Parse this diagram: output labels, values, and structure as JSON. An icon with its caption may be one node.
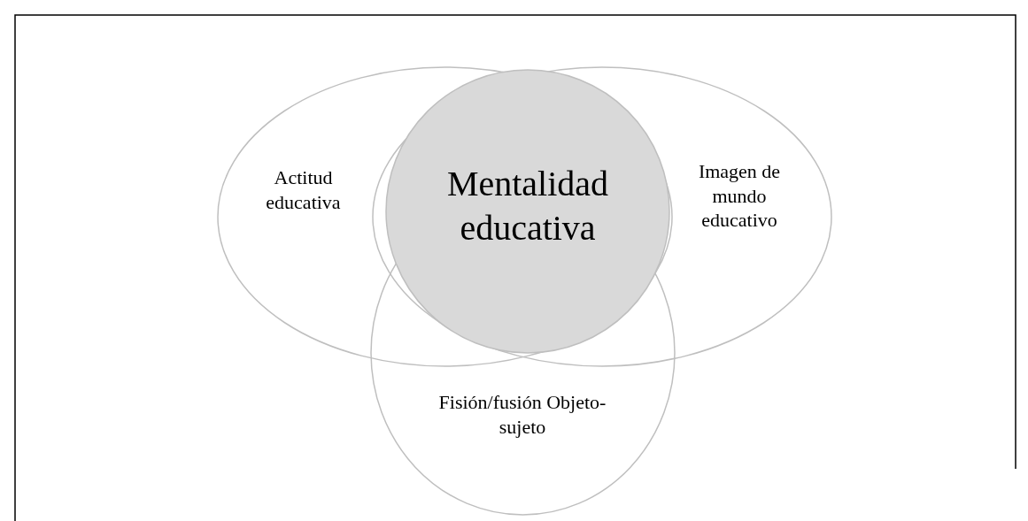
{
  "diagram": {
    "nodes": [
      {
        "text": [
          "Actitud educativa"
        ]
      },
      {
        "text": [
          "Mentalidad educativa"
        ]
      },
      {
        "text": [
          "Imagen de mundo educativo"
        ]
      },
      {
        "text": [
          "Fisión/fusión Objeto-sujeto"
        ]
      }
    ]
  }
}
